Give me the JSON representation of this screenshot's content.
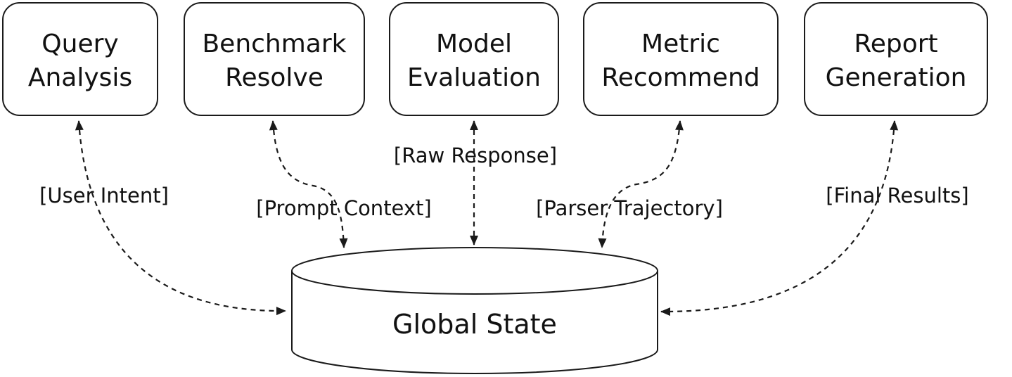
{
  "diagram": {
    "nodes": [
      {
        "id": "query-analysis",
        "lines": [
          "Query",
          "Analysis"
        ]
      },
      {
        "id": "benchmark-resolve",
        "lines": [
          "Benchmark",
          "Resolve"
        ]
      },
      {
        "id": "model-evaluation",
        "lines": [
          "Model",
          "Evaluation"
        ]
      },
      {
        "id": "metric-recommend",
        "lines": [
          "Metric",
          "Recommend"
        ]
      },
      {
        "id": "report-generation",
        "lines": [
          "Report",
          "Generation"
        ]
      }
    ],
    "datastore": {
      "label": "Global State"
    },
    "edges": [
      {
        "label": "[User Intent]"
      },
      {
        "label": "[Prompt Context]"
      },
      {
        "label": "[Raw Response]"
      },
      {
        "label": "[Parser Trajectory]"
      },
      {
        "label": "[Final Results]"
      }
    ],
    "colors": {
      "line": "#1a1a1a",
      "fill": "#ffffff"
    }
  }
}
